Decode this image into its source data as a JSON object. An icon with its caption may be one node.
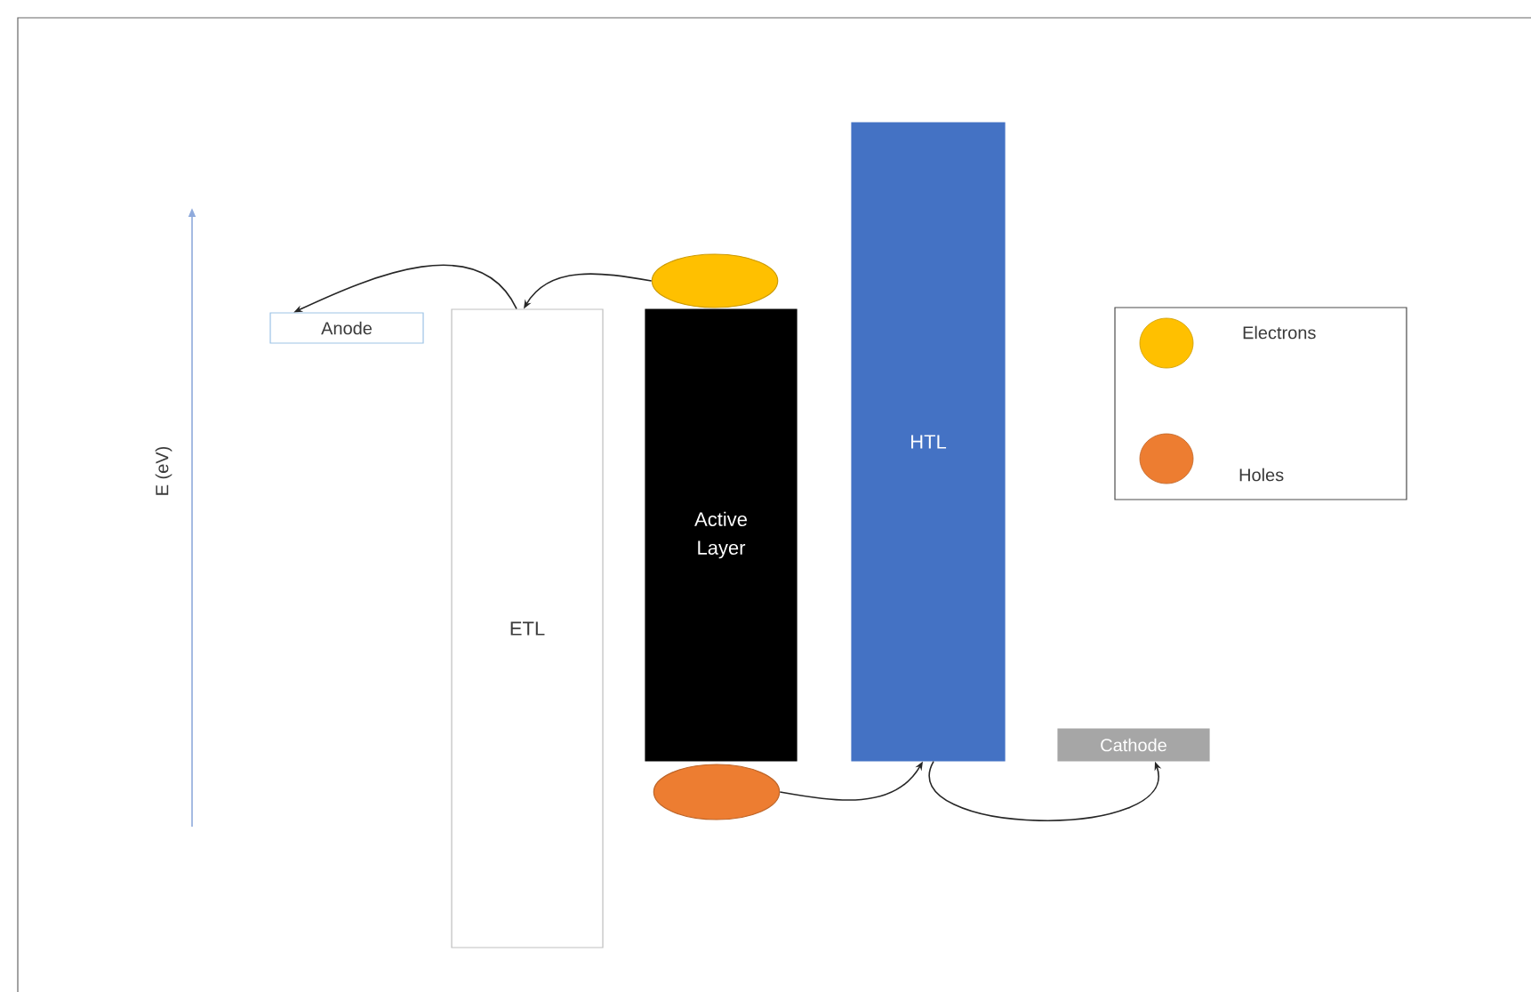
{
  "diagram": {
    "nodes": [
      {
        "text": [
          "Anode"
        ]
      },
      {
        "text": [
          "ETL"
        ]
      },
      {
        "text": [
          "Active Layer"
        ]
      },
      {
        "text": [
          "HTL"
        ]
      },
      {
        "text": [
          "Cathode"
        ]
      },
      {
        "text": [],
        "shape": "circle"
      },
      {
        "text": [],
        "shape": "circle"
      }
    ],
    "edges": [
      {
        "from": 5,
        "to": 1,
        "arrow": "to"
      },
      {
        "from": 1,
        "to": 0,
        "arrow": "to"
      },
      {
        "from": 6,
        "to": 3,
        "arrow": "to"
      },
      {
        "from": 3,
        "to": 4,
        "arrow": "to"
      }
    ],
    "labels": [
      "E (eV)"
    ],
    "legend": [
      {
        "text": "Electrons",
        "color": "#ffc000"
      },
      {
        "text": "Holes",
        "color": "#ed7d31"
      }
    ]
  }
}
